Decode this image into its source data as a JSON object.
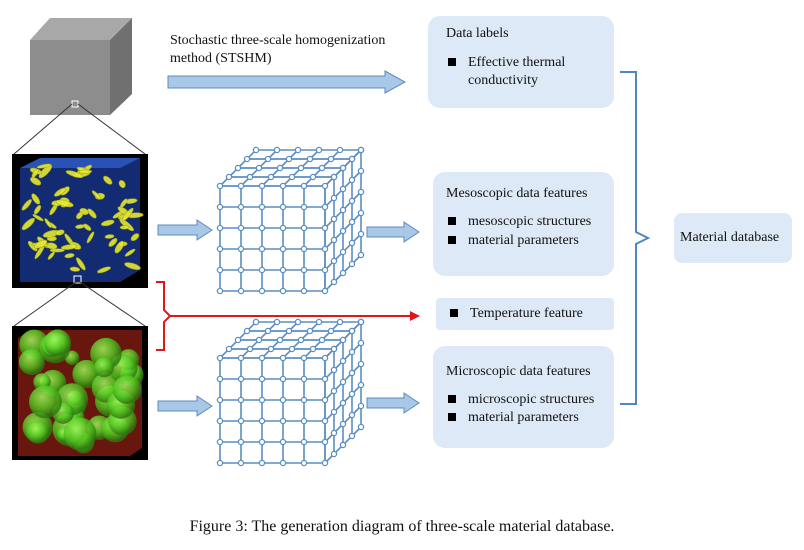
{
  "method": {
    "line1": "Stochastic three-scale homogenization",
    "line2": "method (STSHM)"
  },
  "data_labels": {
    "title": "Data labels",
    "items": [
      "Effective thermal",
      "conductivity"
    ]
  },
  "meso": {
    "title": "Mesoscopic data features",
    "items": [
      "mesoscopic structures",
      "material parameters"
    ]
  },
  "temperature": {
    "label": "Temperature feature"
  },
  "micro": {
    "title": "Microscopic data features",
    "items": [
      "microscopic structures",
      "material parameters"
    ]
  },
  "database": {
    "label": "Material database"
  },
  "caption": "Figure 3: The generation diagram of three-scale material database.",
  "colors": {
    "box_fill": "#dde9f6",
    "arrow_fill": "#a9c7e6",
    "arrow_stroke": "#5b8bbf",
    "bracket": "#4f86c6",
    "red": "#e01818",
    "lattice": "#5b8ec4",
    "cube_gray": "#8a8a8a"
  }
}
